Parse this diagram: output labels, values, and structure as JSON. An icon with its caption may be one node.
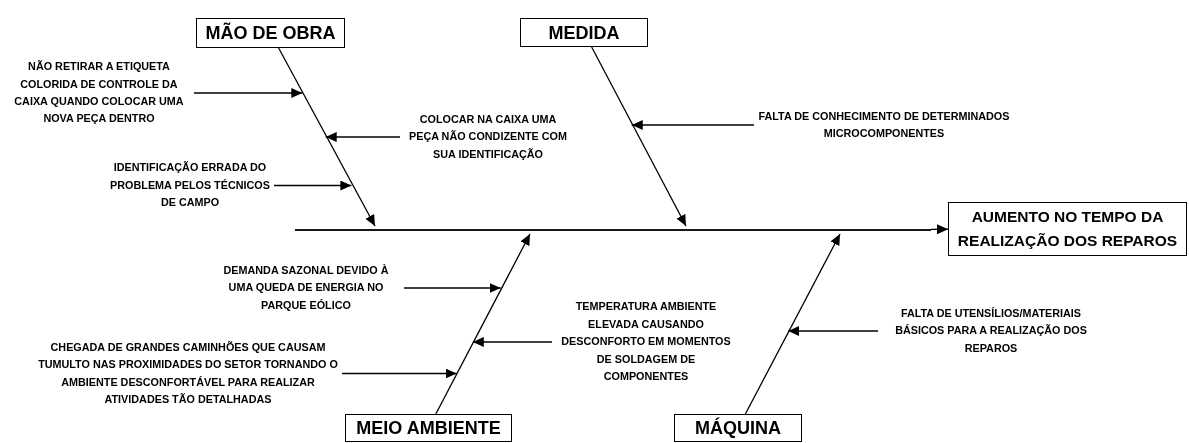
{
  "diagram": {
    "nodes": [
      {
        "text": [
          "MÃO DE OBRA"
        ]
      },
      {
        "text": [
          "MEDIDA"
        ]
      },
      {
        "text": [
          "MEIO AMBIENTE"
        ]
      },
      {
        "text": [
          "MÁQUINA"
        ]
      },
      {
        "text": [
          "AUMENTO NO TEMPO DA REALIZAÇÃO DOS REPAROS"
        ]
      },
      {
        "text": [
          "NÃO RETIRAR A ETIQUETA COLORIDA DE CONTROLE DA CAIXA QUANDO COLOCAR UMA NOVA PEÇA DENTRO"
        ]
      },
      {
        "text": [
          "COLOCAR NA CAIXA UMA PEÇA NÃO CONDIZENTE COM SUA IDENTIFICAÇÃO"
        ]
      },
      {
        "text": [
          "IDENTIFICAÇÃO ERRADA DO PROBLEMA PELOS TÉCNICOS DE CAMPO"
        ]
      },
      {
        "text": [
          "FALTA DE CONHECIMENTO DE DETERMINADOS MICROCOMPONENTES"
        ]
      },
      {
        "text": [
          "DEMANDA SAZONAL DEVIDO À UMA QUEDA DE ENERGIA NO PARQUE EÓLICO"
        ]
      },
      {
        "text": [
          "CHEGADA DE GRANDES CAMINHÕES QUE CAUSAM TUMULTO NAS PROXIMIDADES DO SETOR TORNANDO O AMBIENTE DESCONFORTÁVEL PARA REALIZAR ATIVIDADES TÃO DETALHADAS"
        ]
      },
      {
        "text": [
          "TEMPERATURA AMBIENTE ELEVADA CAUSANDO DESCONFORTO EM MOMENTOS DE SOLDAGEM DE COMPONENTES"
        ]
      },
      {
        "text": [
          "FALTA DE UTENSÍLIOS/MATERIAIS BÁSICOS PARA A REALIZAÇÃO DOS REPAROS"
        ]
      },
      {
        "text": [],
        "shape": "bar"
      }
    ],
    "edges": [
      {
        "from": 0,
        "to": 13,
        "arrow": "to"
      },
      {
        "from": 1,
        "to": 13,
        "arrow": "to"
      },
      {
        "from": 2,
        "to": 13,
        "arrow": "to"
      },
      {
        "from": 3,
        "to": 13,
        "arrow": "to"
      },
      {
        "from": 13,
        "to": 4,
        "arrow": "to"
      },
      {
        "from": 5,
        "to": null,
        "arrow": "to"
      },
      {
        "from": 6,
        "to": null,
        "arrow": "to"
      },
      {
        "from": 7,
        "to": null,
        "arrow": "to"
      },
      {
        "from": 8,
        "to": null,
        "arrow": "to"
      },
      {
        "from": 9,
        "to": null,
        "arrow": "to"
      },
      {
        "from": 10,
        "to": null,
        "arrow": "to"
      },
      {
        "from": 11,
        "to": null,
        "arrow": "to"
      },
      {
        "from": 12,
        "to": null,
        "arrow": "to"
      }
    ]
  }
}
